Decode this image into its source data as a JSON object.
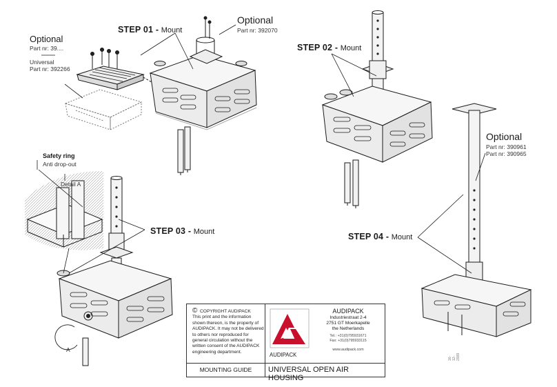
{
  "labels": {
    "step01": {
      "bold": "STEP 01 -",
      "rest": "Mount"
    },
    "step02": {
      "bold": "STEP 02 -",
      "rest": "Mount"
    },
    "step03": {
      "bold": "STEP 03 -",
      "rest": "Mount"
    },
    "step04": {
      "bold": "STEP 04 -",
      "rest": "Mount"
    },
    "optional_tray": {
      "title": "Optional",
      "part": "Part nr: 39....",
      "universal": "Universal",
      "universal_part": "Part nr: 392266"
    },
    "optional_top": {
      "title": "Optional",
      "part": "Part nr: 392070"
    },
    "optional_pole": {
      "title": "Optional",
      "part1": "Part nr: 390961",
      "part2": "Part nr: 390965"
    },
    "safety": {
      "title": "Safety ring",
      "sub": "Anti drop-out"
    },
    "detail": "Detail A",
    "detail_marker": "A"
  },
  "title_block": {
    "copyright_symbol": "©",
    "copyright_title": "COPYRIGHT AUDIPACK",
    "copyright_text": "This print and the information shown thereon, is the property of AUDIPACK. It may not be delivered to others nor reproduced for general circulation without the written consent of the AUDIPACK engineering department.",
    "company": "AUDIPACK",
    "address": "Industriestraat 2-4\n2751 GT Moerkapelle\nthe Netherlands",
    "tel": "Tel.: +31(0)795931671",
    "fax": "Fax: +31(0)795933115",
    "web": "www.audipack.com",
    "brand": "AUDIPACK",
    "guide": "MOUNTING GUIDE",
    "title": "UNIVERSAL OPEN AIR HOUSING",
    "date": "16-12-2009"
  },
  "colors": {
    "ink": "#1a1a1a",
    "logo_red": "#c8102e",
    "fill": "#f2f2f2",
    "shadow": "#d9d9d9"
  }
}
